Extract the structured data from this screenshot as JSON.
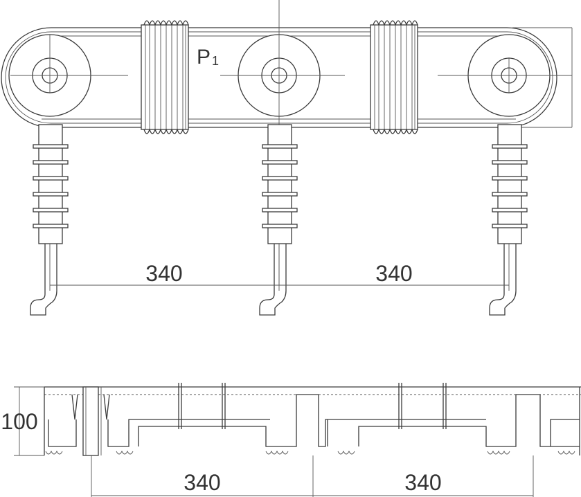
{
  "top_view": {
    "label_p": "P",
    "label_p_sub": "1",
    "dimension_left": "340",
    "dimension_right": "340"
  },
  "side_view": {
    "height_dimension": "100",
    "dimension_left": "340",
    "dimension_right": "340"
  },
  "colors": {
    "line": "#3a3a3a",
    "text": "#333333",
    "background": "#ffffff"
  }
}
